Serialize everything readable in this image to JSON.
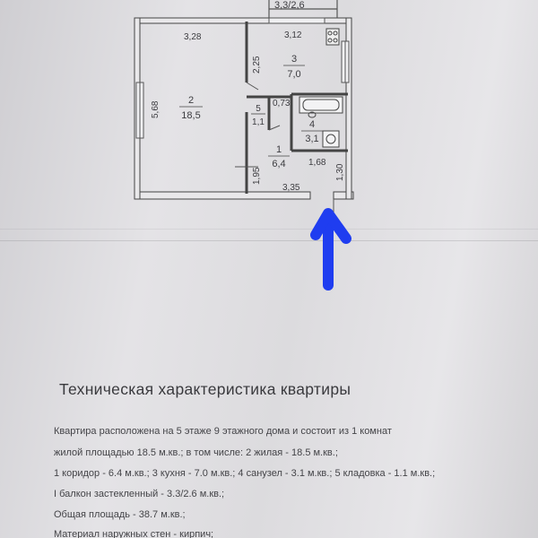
{
  "plan": {
    "balcony_label": "3,3/2,6",
    "dims": {
      "room2_width": "3,28",
      "kitchen_width": "3,12",
      "kitchen_height": "2,25",
      "room2_height": "5,68",
      "corridor_step": "0,73",
      "bottom_width": "3,35",
      "corridor_small": "1,95",
      "bath_width": "1,68",
      "right_seg": "1,30"
    },
    "rooms": [
      {
        "num": "2",
        "area": "18,5"
      },
      {
        "num": "3",
        "area": "7,0"
      },
      {
        "num": "5",
        "area": "1,1"
      },
      {
        "num": "4",
        "area": "3,1"
      },
      {
        "num": "1",
        "area": "6,4"
      }
    ]
  },
  "annotation": {
    "arrow_color": "#1f3df0"
  },
  "description": {
    "title": "Техническая характеристика квартиры",
    "lines": [
      "Квартира расположена на 5 этаже 9 этажного дома и состоит из 1 комнат",
      "жилой площадью 18.5 м.кв.; в том числе: 2 жилая - 18.5 м.кв.;",
      "1 коридор - 6.4 м.кв.; 3 кухня - 7.0 м.кв.; 4 санузел - 3.1 м.кв.; 5 кладовка - 1.1 м.кв.;",
      "I балкон застекленный - 3.3/2.6 м.кв.;",
      "Общая площадь - 38.7 м.кв.;",
      "Материал наружных стен - кирпич;"
    ]
  }
}
